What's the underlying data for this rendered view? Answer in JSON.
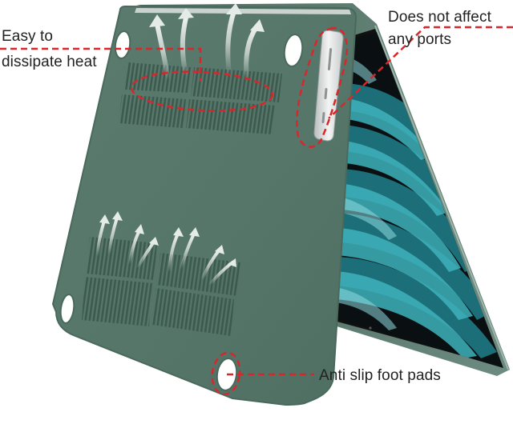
{
  "product": {
    "subject": "laptop hard-shell case, standing tent-style, bottom view",
    "case_color": "#56766a",
    "case_edge_color": "#4a695d",
    "vent_color": "#3d5a4f",
    "foot_pad_color": "#ffffff",
    "screen_bezel_color": "#111111",
    "wallpaper_colors": [
      "#0a0f12",
      "#1c6f78",
      "#3fb3bc",
      "#8fdde0"
    ],
    "port_cutout_color": "#e6e8e8"
  },
  "callouts": {
    "line_color": "#d9262b",
    "text_color": "#222222",
    "heat": {
      "line1": "Easy to",
      "line2": "dissipate heat"
    },
    "ports": {
      "line1": "Does not affect",
      "line2": "any ports"
    },
    "feet": {
      "label": "Anti slip foot pads"
    }
  }
}
